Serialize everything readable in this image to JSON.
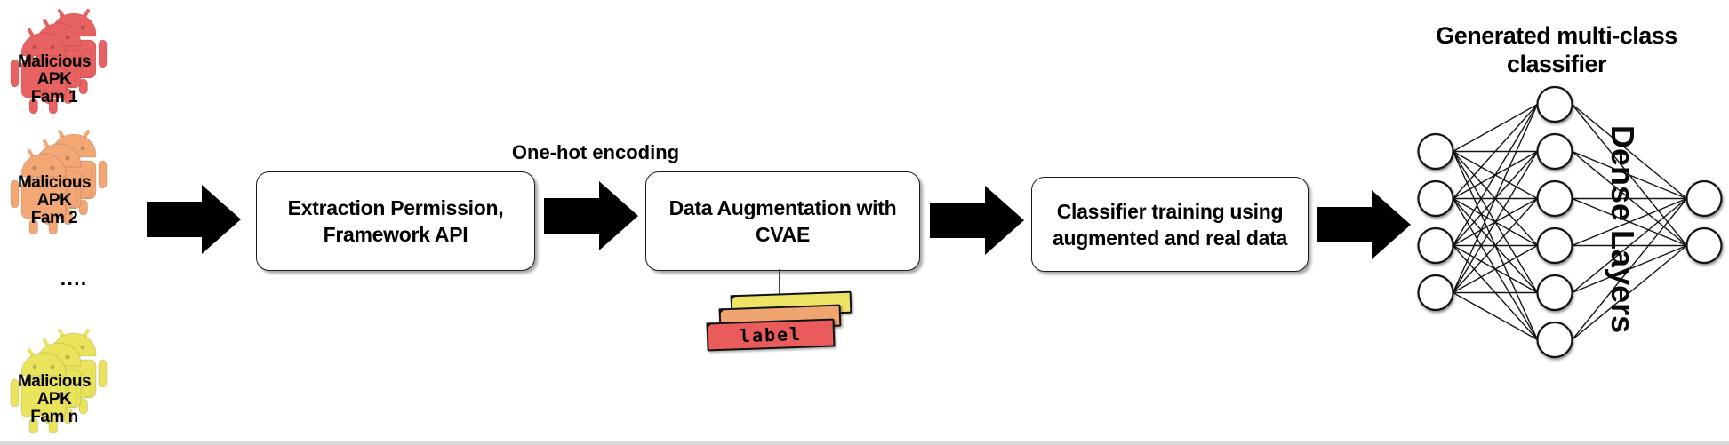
{
  "diagram": {
    "apk_groups": [
      {
        "id": "fam-1",
        "color": "#e86262",
        "label_lines": [
          "Malicious",
          "APK",
          "Fam 1"
        ]
      },
      {
        "id": "fam-2",
        "color": "#f2a775",
        "label_lines": [
          "Malicious",
          "APK",
          "Fam 2"
        ]
      },
      {
        "id": "fam-n",
        "color": "#e9e45c",
        "label_lines": [
          "Malicious",
          "APK",
          "Fam n"
        ]
      }
    ],
    "ellipsis": "....",
    "onehot_label": "One-hot encoding",
    "boxes": [
      {
        "lines": [
          "Extraction Permission,",
          "Framework API"
        ]
      },
      {
        "lines": [
          "Data Augmentation with",
          "CVAE"
        ]
      },
      {
        "lines": [
          "Classifier training using",
          "augmented and real data"
        ]
      }
    ],
    "label_cards": {
      "text": "label",
      "colors": [
        "#ede466",
        "#f0a571",
        "#ea5c5c"
      ]
    },
    "network": {
      "title_lines": [
        "Generated multi-class",
        "classifier"
      ],
      "side_label": "Dense Layers",
      "layers": [
        4,
        6,
        2
      ]
    }
  }
}
